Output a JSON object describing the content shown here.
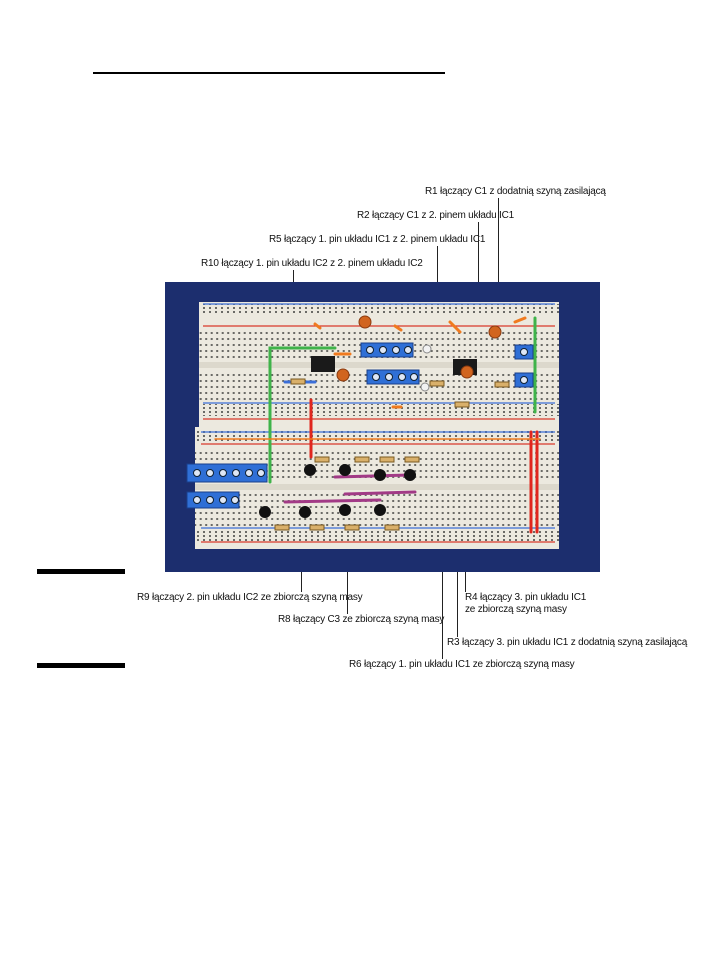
{
  "callouts": {
    "r1": "R1 łączący C1 z dodatnią szyną zasilającą",
    "r2": "R2 łączący C1 z 2. pinem układu IC1",
    "r5": "R5 łączący 1. pin układu IC1 z 2. pinem układu IC1",
    "r10": "R10 łączący 1. pin układu IC2 z 2. pinem układu IC2",
    "r9": "R9 łączący 2. pin układu IC2 ze zbiorczą szyną masy",
    "r8": "R8 łączący C3 ze zbiorczą szyną masy",
    "r4_line1": "R4 łączący 3. pin układu IC1",
    "r4_line2": "ze zbiorczą szyną masy",
    "r3": "R3 łączący 3. pin układu IC1 z dodatnią szyną zasilającą",
    "r6": "R6 łączący 1. pin układu IC1 ze zbiorczą szyną masy"
  },
  "colors": {
    "photo_background": "#1c2e6e",
    "breadboard": "#ece9df",
    "terminal_block": "#2f6fd6",
    "red_rail": "#d83a2a",
    "blue_rail": "#3b6fd8",
    "jumper_orange": "#f07a1e",
    "jumper_green": "#3fb34a",
    "jumper_red": "#e0261e"
  }
}
